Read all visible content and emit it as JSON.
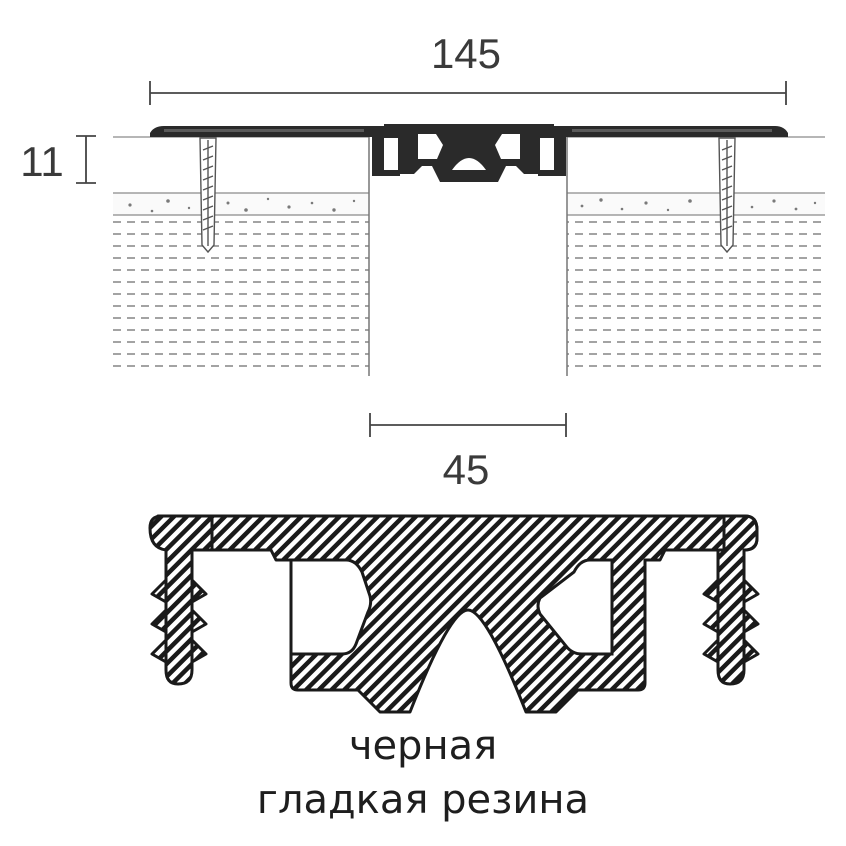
{
  "dimensions": {
    "total_width": "145",
    "height": "11",
    "gap_width": "45"
  },
  "caption": {
    "line1": "черная",
    "line2": "гладкая резина"
  },
  "colors": {
    "profile_fill": "#2a2a2a",
    "rubber_hatch": "#1a1a1a",
    "dimension_line": "#444444",
    "screed_dots": "#777777"
  }
}
